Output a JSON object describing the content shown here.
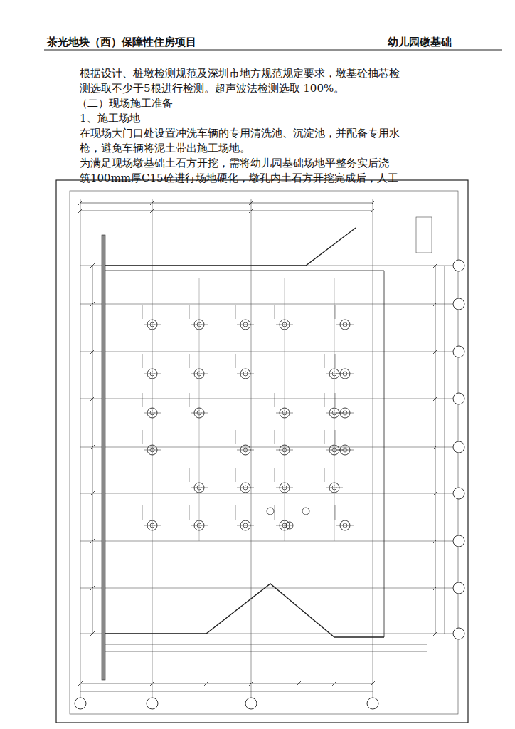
{
  "diagram": {
    "labels": [
      "茶光地块（西）保障性住房项目",
      "幼儿园礅基础",
      "根据设计、桩墩检测规范及深圳市地方规范规定要求，墩基砼抽芯检",
      "测选取不少于5根进行检测。超声波法检测选取 100%。",
      "（二）现场施工准备",
      "1、施工场地",
      "在现场大门口处设置冲洗车辆的专用清洗池、沉淀池，并配备专用水",
      "枪，避免车辆将泥土带出施工场地。",
      "为满足现场墩基础土石方开挖，需将幼儿园基础场地平整务实后浇",
      "筑100mm厚C15砼进行场地硬化，墩孔内土石方开挖完成后，人工"
    ]
  }
}
